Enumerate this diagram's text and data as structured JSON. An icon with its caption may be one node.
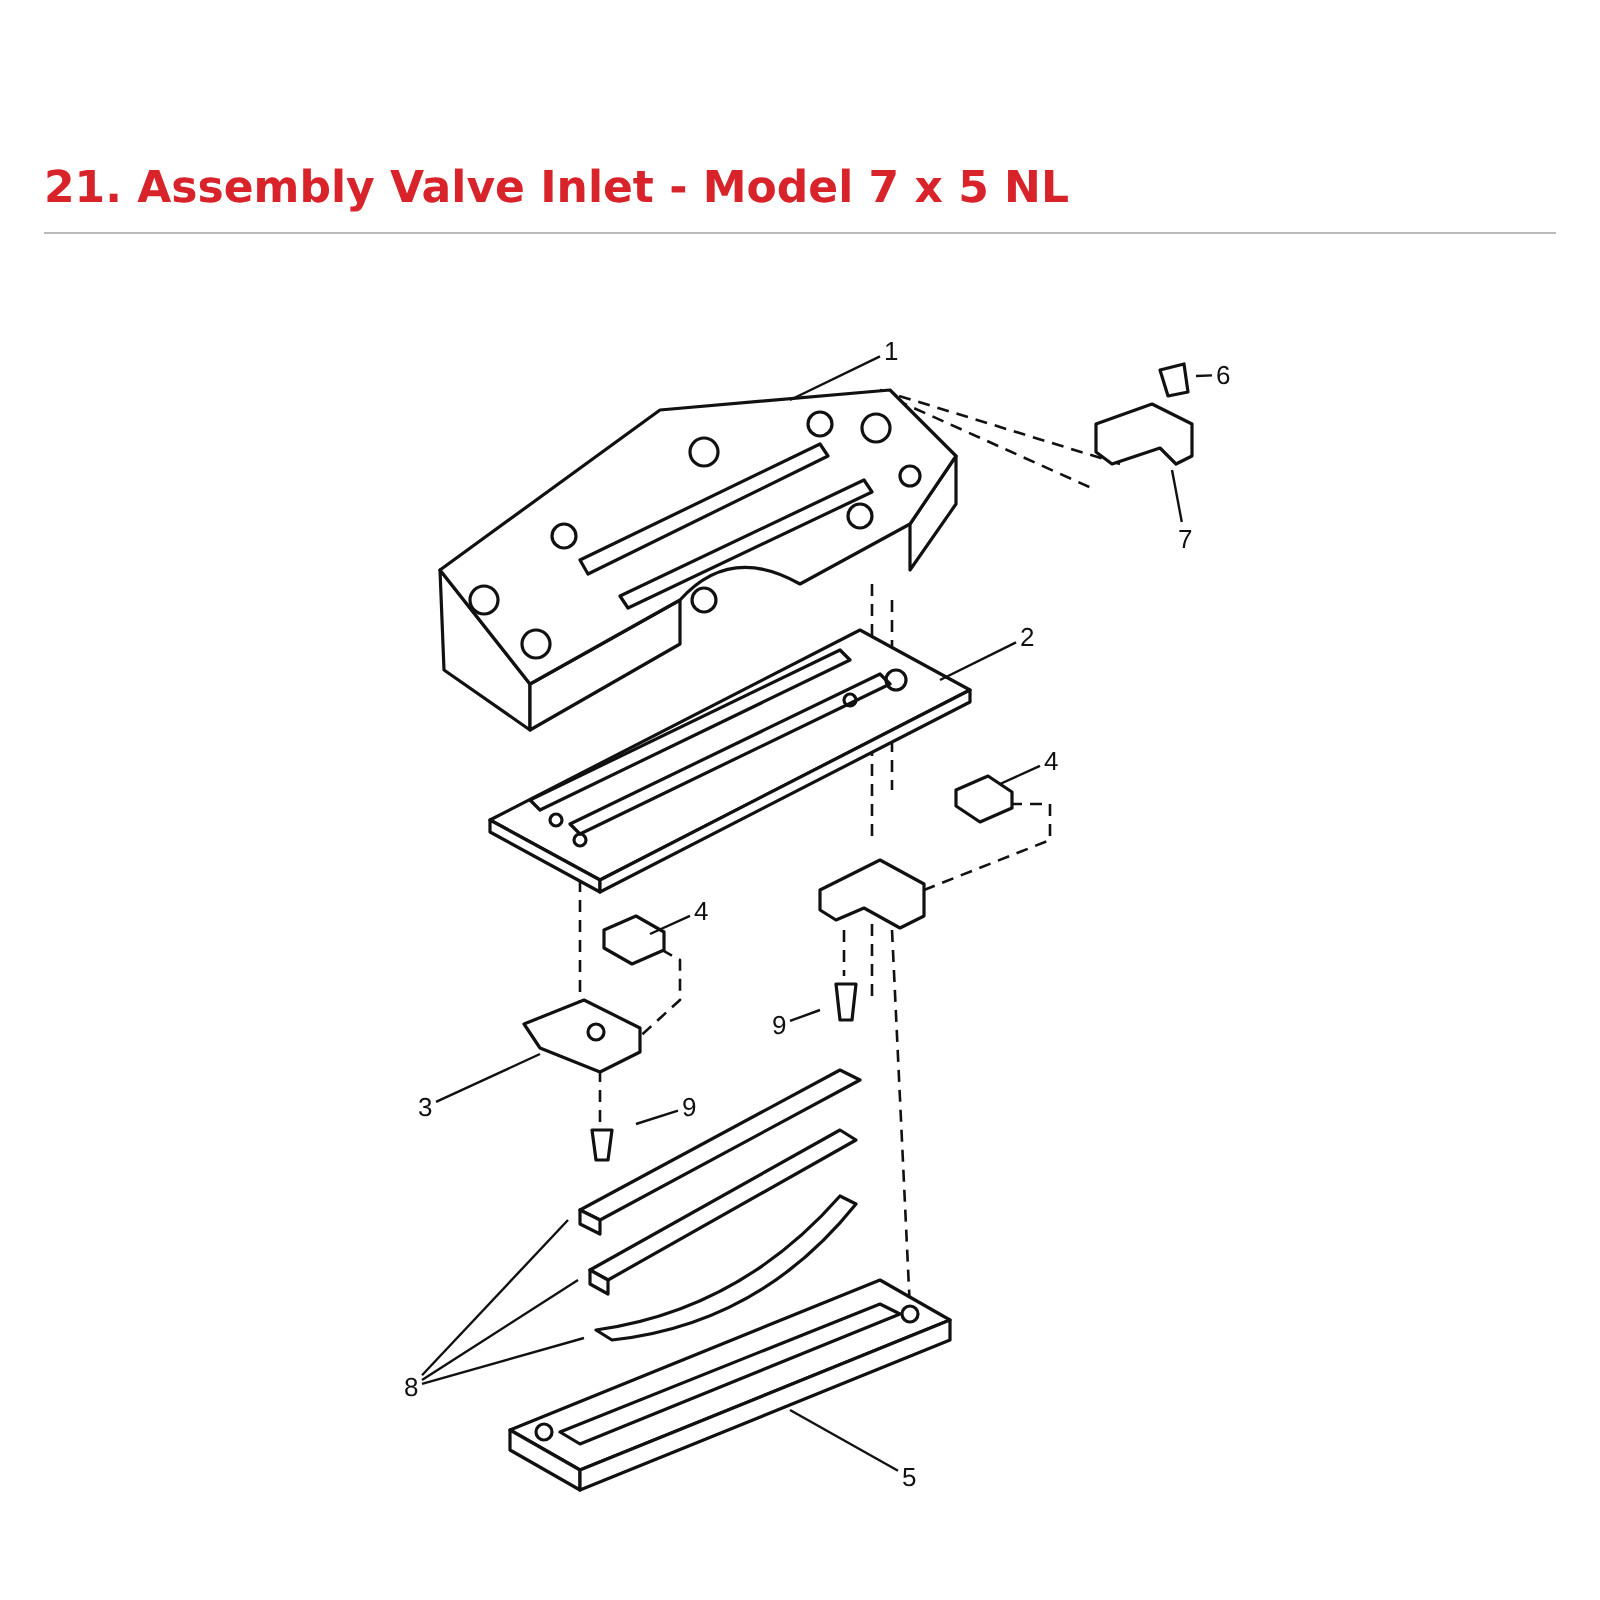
{
  "diagram": {
    "title": "21. Assembly Valve Inlet - Model 7 x 5 NL",
    "nodes": [
      {
        "text": [
          "1"
        ]
      },
      {
        "text": [
          "2"
        ]
      },
      {
        "text": [
          "3"
        ]
      },
      {
        "text": [
          "4"
        ]
      },
      {
        "text": [
          "4"
        ]
      },
      {
        "text": [
          "5"
        ]
      },
      {
        "text": [
          "6"
        ]
      },
      {
        "text": [
          "7"
        ]
      },
      {
        "text": [
          "8"
        ]
      },
      {
        "text": [
          "9"
        ]
      },
      {
        "text": [
          "9"
        ]
      }
    ],
    "edges": [
      {
        "from": 0,
        "to": null,
        "arrow": "none"
      },
      {
        "from": 1,
        "to": null,
        "arrow": "none"
      },
      {
        "from": 2,
        "to": null,
        "arrow": "none"
      },
      {
        "from": 3,
        "to": null,
        "arrow": "none"
      },
      {
        "from": 4,
        "to": null,
        "arrow": "none"
      },
      {
        "from": 5,
        "to": null,
        "arrow": "none"
      },
      {
        "from": 6,
        "to": null,
        "arrow": "none"
      },
      {
        "from": 7,
        "to": null,
        "arrow": "none"
      },
      {
        "from": 8,
        "to": null,
        "arrow": "none"
      },
      {
        "from": 8,
        "to": null,
        "arrow": "none"
      },
      {
        "from": 8,
        "to": null,
        "arrow": "none"
      },
      {
        "from": 9,
        "to": null,
        "arrow": "none"
      },
      {
        "from": 10,
        "to": null,
        "arrow": "none"
      }
    ]
  }
}
